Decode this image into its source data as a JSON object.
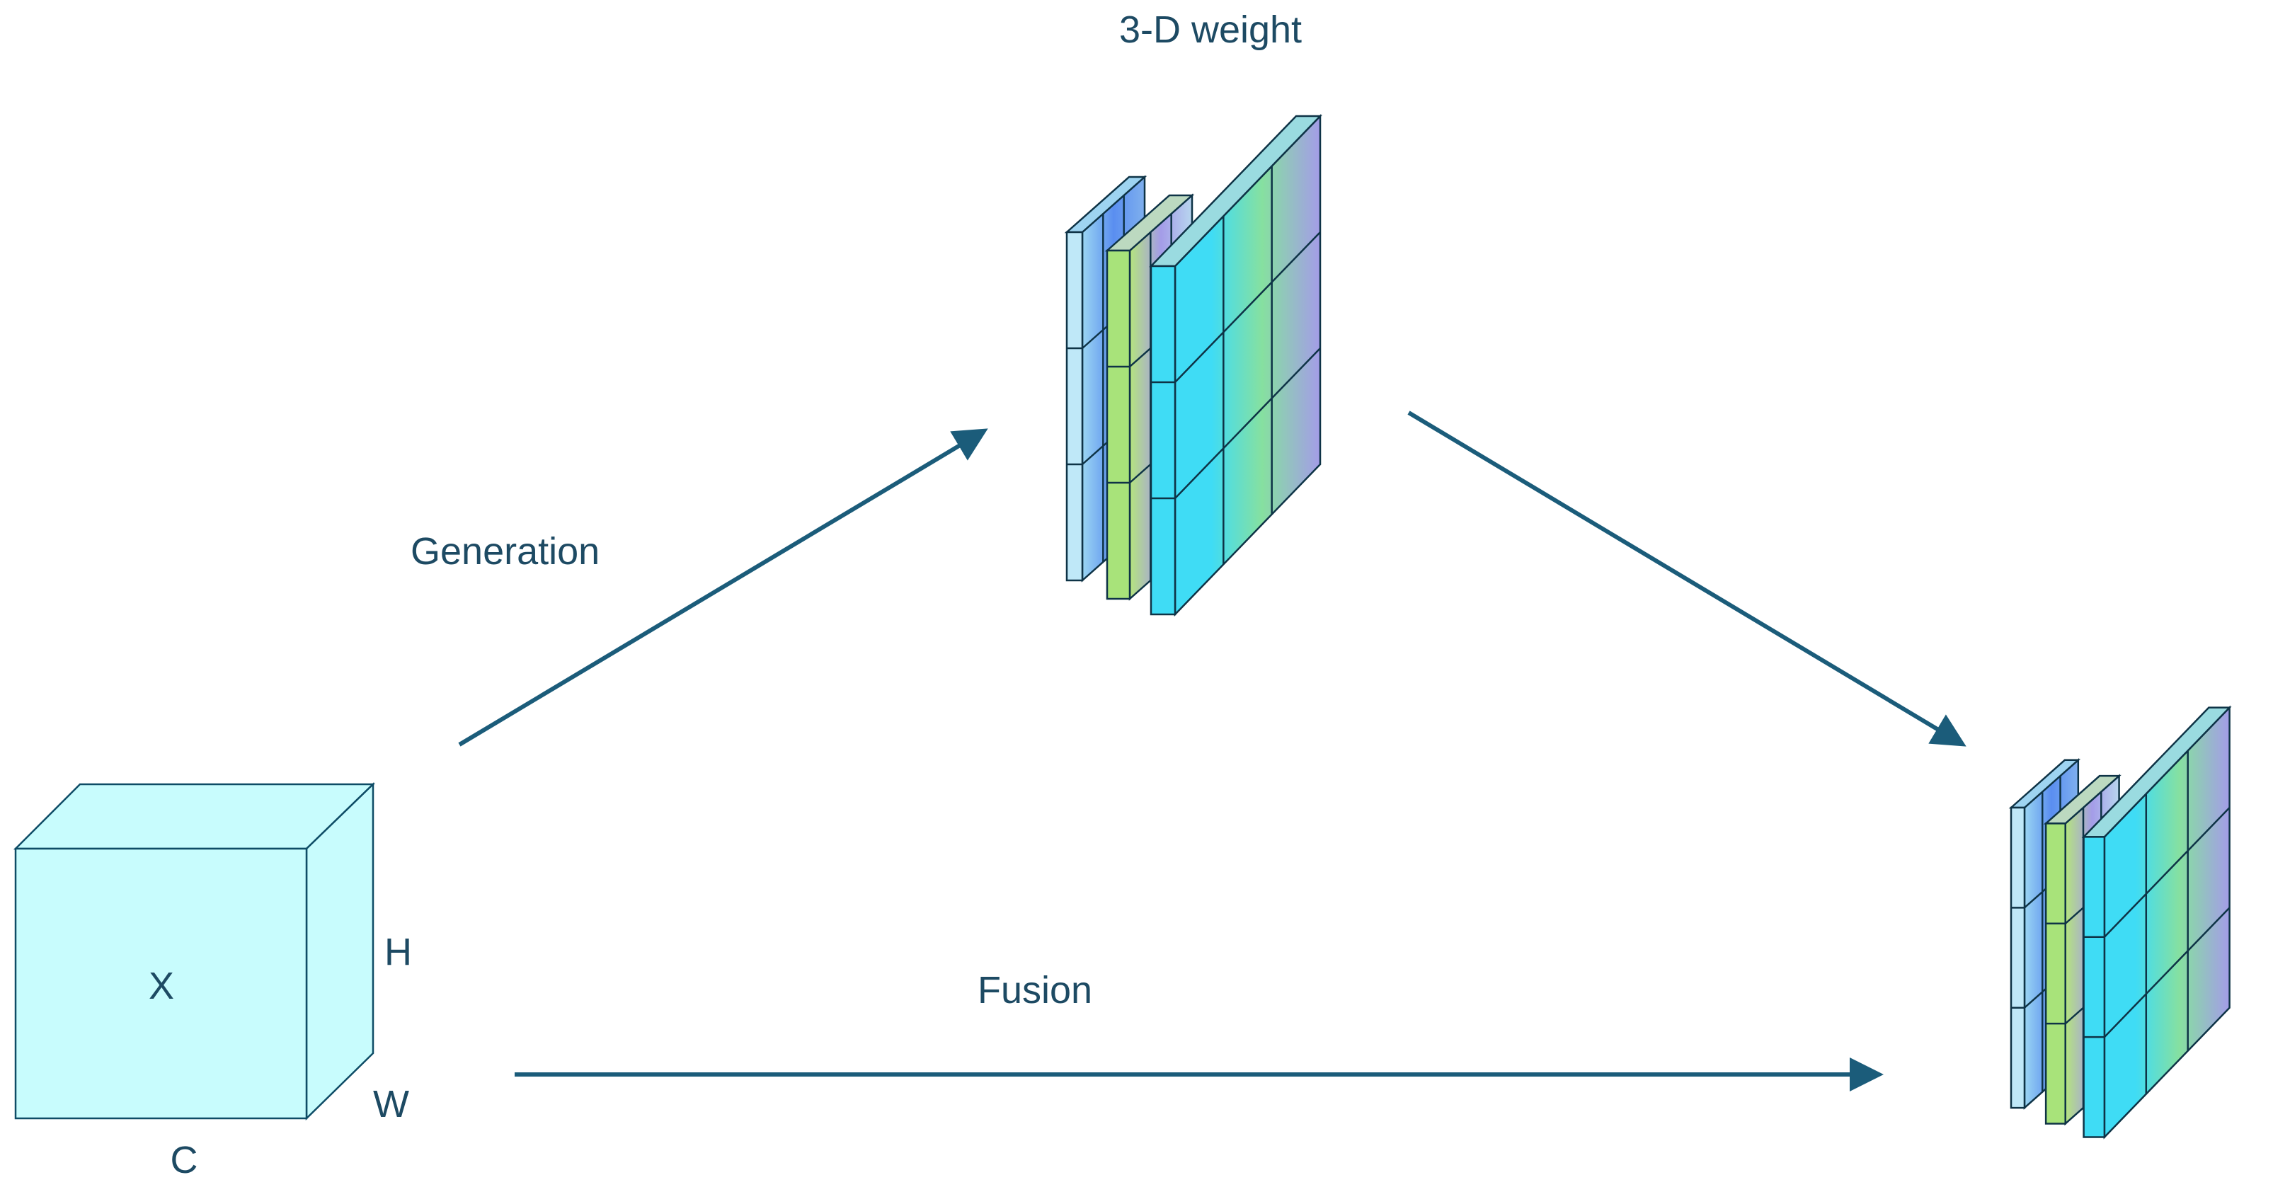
{
  "labels": {
    "weight_title": "3-D weight",
    "generation": "Generation",
    "fusion": "Fusion",
    "cube_center": "X",
    "height": "H",
    "width": "W",
    "channel": "C"
  },
  "colors": {
    "text": "#1d4a63",
    "arrow": "#1b5c7a",
    "cube_fill": "#c8fcfd",
    "cube_stroke": "#0e4c66",
    "slice_light_blue": "#bfe8f8",
    "slice_green": "#a8e37a",
    "slice_cyan": "#3fdcf5",
    "slice_violet": "#a49ce8",
    "slice_blue": "#5a8ef0"
  },
  "icons": {
    "input_cube": "cube",
    "weight_tensor": "stacked-slices",
    "output_tensor": "stacked-slices",
    "flow_arrows": "arrow"
  }
}
